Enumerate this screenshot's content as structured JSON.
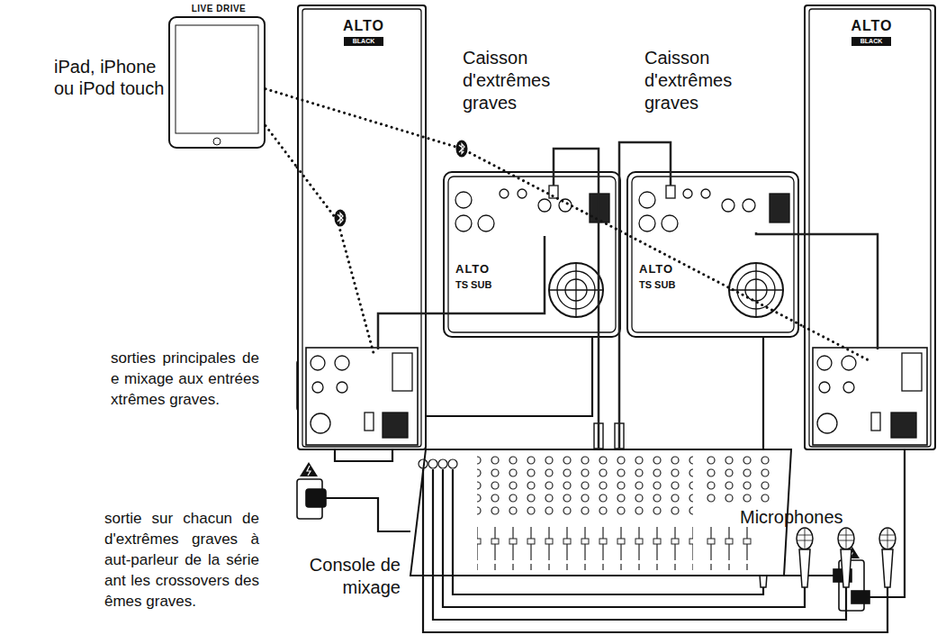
{
  "diagram": {
    "nodes": [
      {
        "text": [
          "LIVE DRIVE"
        ]
      },
      {
        "text": [
          "ALTO",
          "BLACK"
        ]
      },
      {
        "text": [
          "Caisson d'extrêmes graves",
          "ALTO",
          "TS SUB"
        ]
      },
      {
        "text": [
          "Caisson d'extrêmes graves",
          "ALTO",
          "TS SUB"
        ]
      },
      {
        "text": [
          "ALTO",
          "BLACK"
        ]
      },
      {
        "text": [
          "Console de mixage"
        ]
      }
    ],
    "edges": [
      {
        "from": 0,
        "to": 1,
        "arrow": "none"
      },
      {
        "from": 0,
        "to": 4,
        "arrow": "none"
      },
      {
        "from": 5,
        "to": 2,
        "arrow": "none"
      },
      {
        "from": 5,
        "to": 3,
        "arrow": "none"
      },
      {
        "from": 2,
        "to": 1,
        "arrow": "none"
      },
      {
        "from": 3,
        "to": 4,
        "arrow": "none"
      }
    ],
    "labels": [
      "iPad, iPhone ou iPod touch",
      "Microphones",
      "sorties principales de e mixage aux entrées xtrêmes graves.",
      "sortie sur chacun de d'extrêmes graves à aut-parleur de la série ant les crossovers des êmes graves."
    ]
  }
}
